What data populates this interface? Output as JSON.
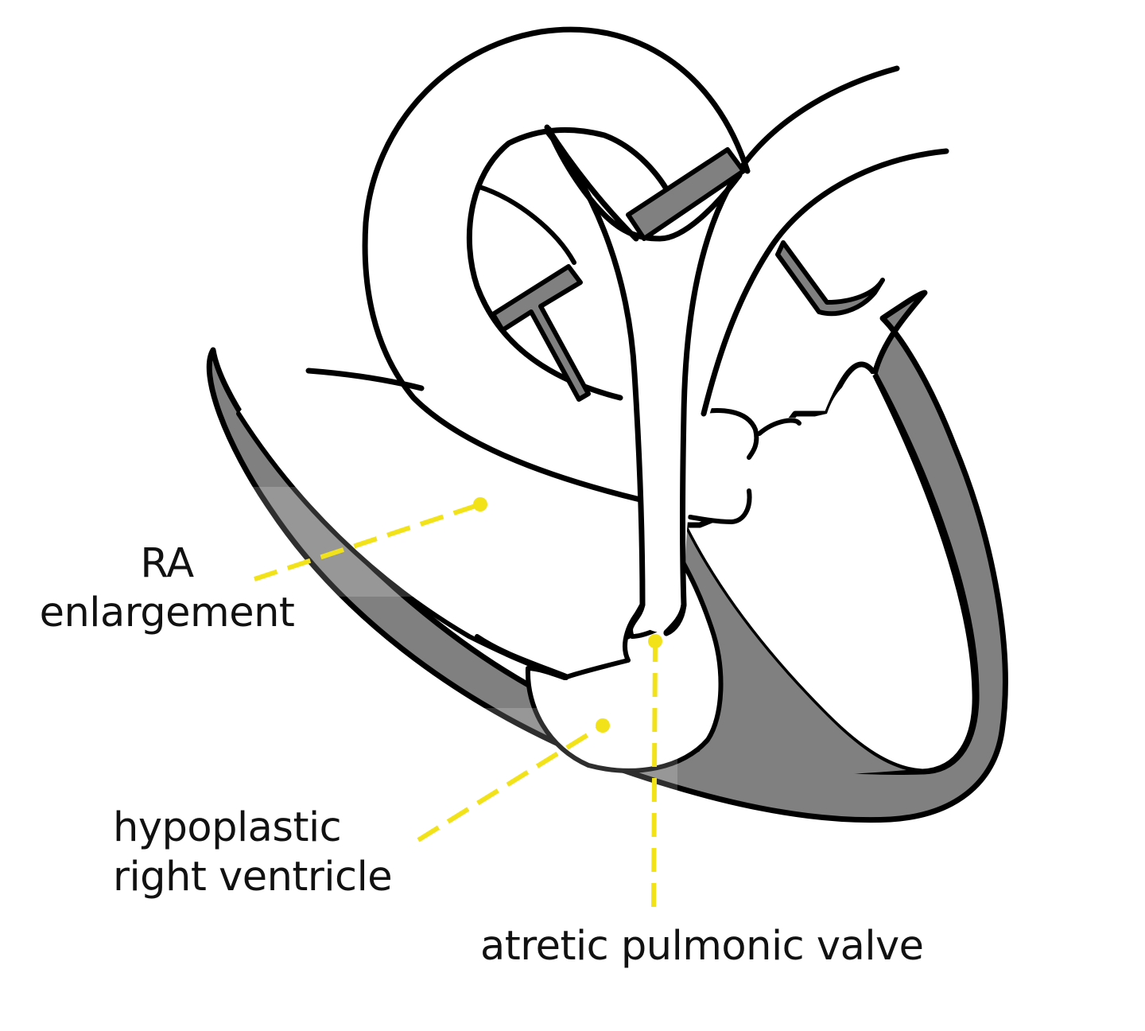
{
  "colors": {
    "outline": "#000000",
    "wall_fill": "#808080",
    "chamber_fill": "#ffffff",
    "leader_line": "#f2e21a",
    "text": "#111111"
  },
  "labels": {
    "ra_line1": "RA",
    "ra_line2": "enlargement",
    "rv_line1": "hypoplastic",
    "rv_line2": "right ventricle",
    "pv": "atretic pulmonic valve"
  }
}
